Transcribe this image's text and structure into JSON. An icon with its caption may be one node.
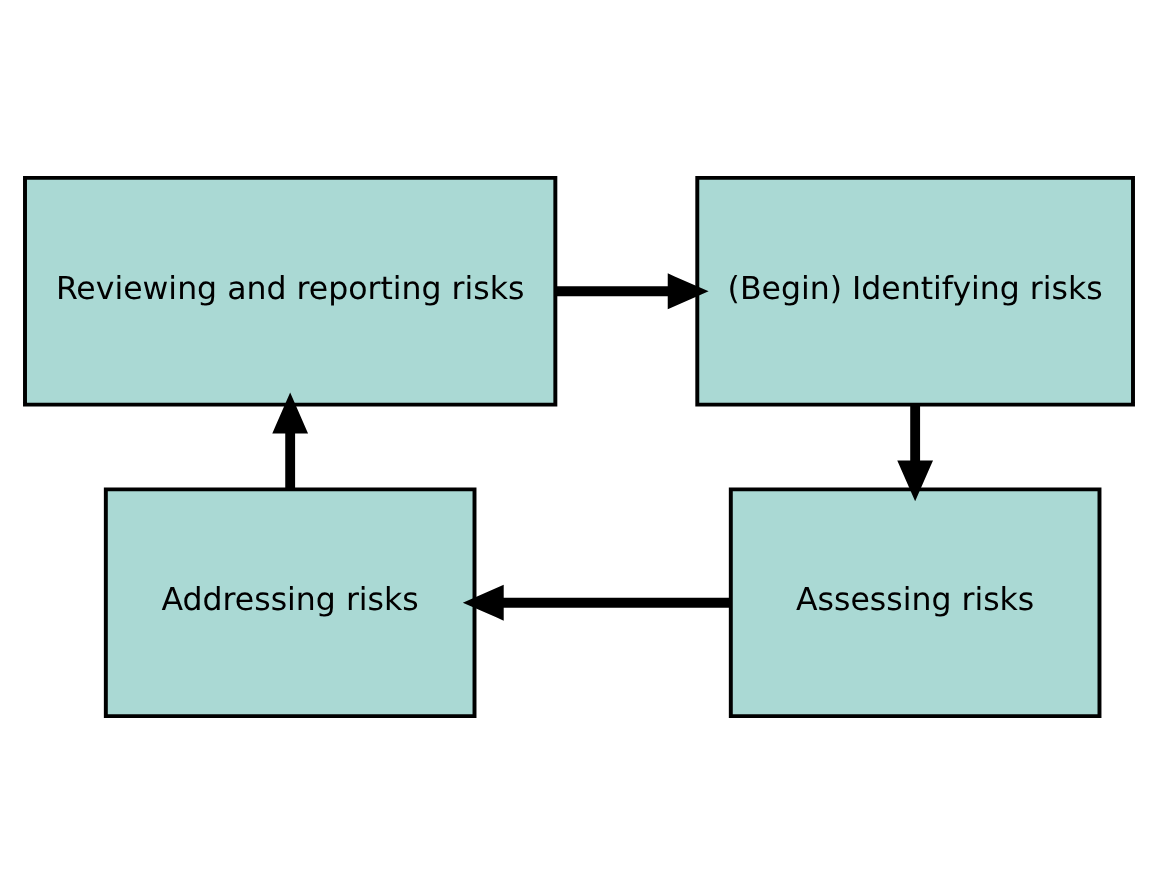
{
  "diagram": {
    "nodes": [
      {
        "text": [
          "Reviewing and reporting risks"
        ]
      },
      {
        "text": [
          "(Begin) Identifying risks"
        ]
      },
      {
        "text": [
          "Addressing risks"
        ]
      },
      {
        "text": [
          "Assessing risks"
        ]
      }
    ],
    "edges": [
      {
        "from": 0,
        "to": 1,
        "arrow": "to"
      },
      {
        "from": 1,
        "to": 3,
        "arrow": "to"
      },
      {
        "from": 3,
        "to": 2,
        "arrow": "to"
      },
      {
        "from": 2,
        "to": 0,
        "arrow": "to"
      }
    ]
  }
}
